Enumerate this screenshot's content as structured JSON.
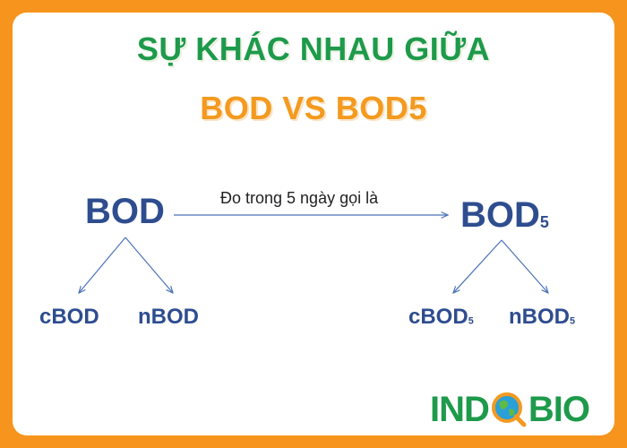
{
  "title": {
    "line1": "SỰ KHÁC NHAU GIỮA",
    "line2": "BOD VS BOD5"
  },
  "diagram": {
    "left_root": {
      "main": "BOD",
      "sub": ""
    },
    "right_root": {
      "main": "BOD",
      "sub": "5"
    },
    "edge_label": "Đo trong 5 ngày gọi là",
    "left_children": [
      {
        "main": "cBOD",
        "sub": ""
      },
      {
        "main": "nBOD",
        "sub": ""
      }
    ],
    "right_children": [
      {
        "main": "cBOD",
        "sub": "5"
      },
      {
        "main": "nBOD",
        "sub": "5"
      }
    ]
  },
  "logo": {
    "left": "IND",
    "right": "BIO"
  },
  "colors": {
    "frame": "#F7941D",
    "title_green": "#1E9A4B",
    "title_orange": "#F39A1F",
    "node_blue": "#2E4D8F",
    "line_blue": "#4A72B8"
  }
}
